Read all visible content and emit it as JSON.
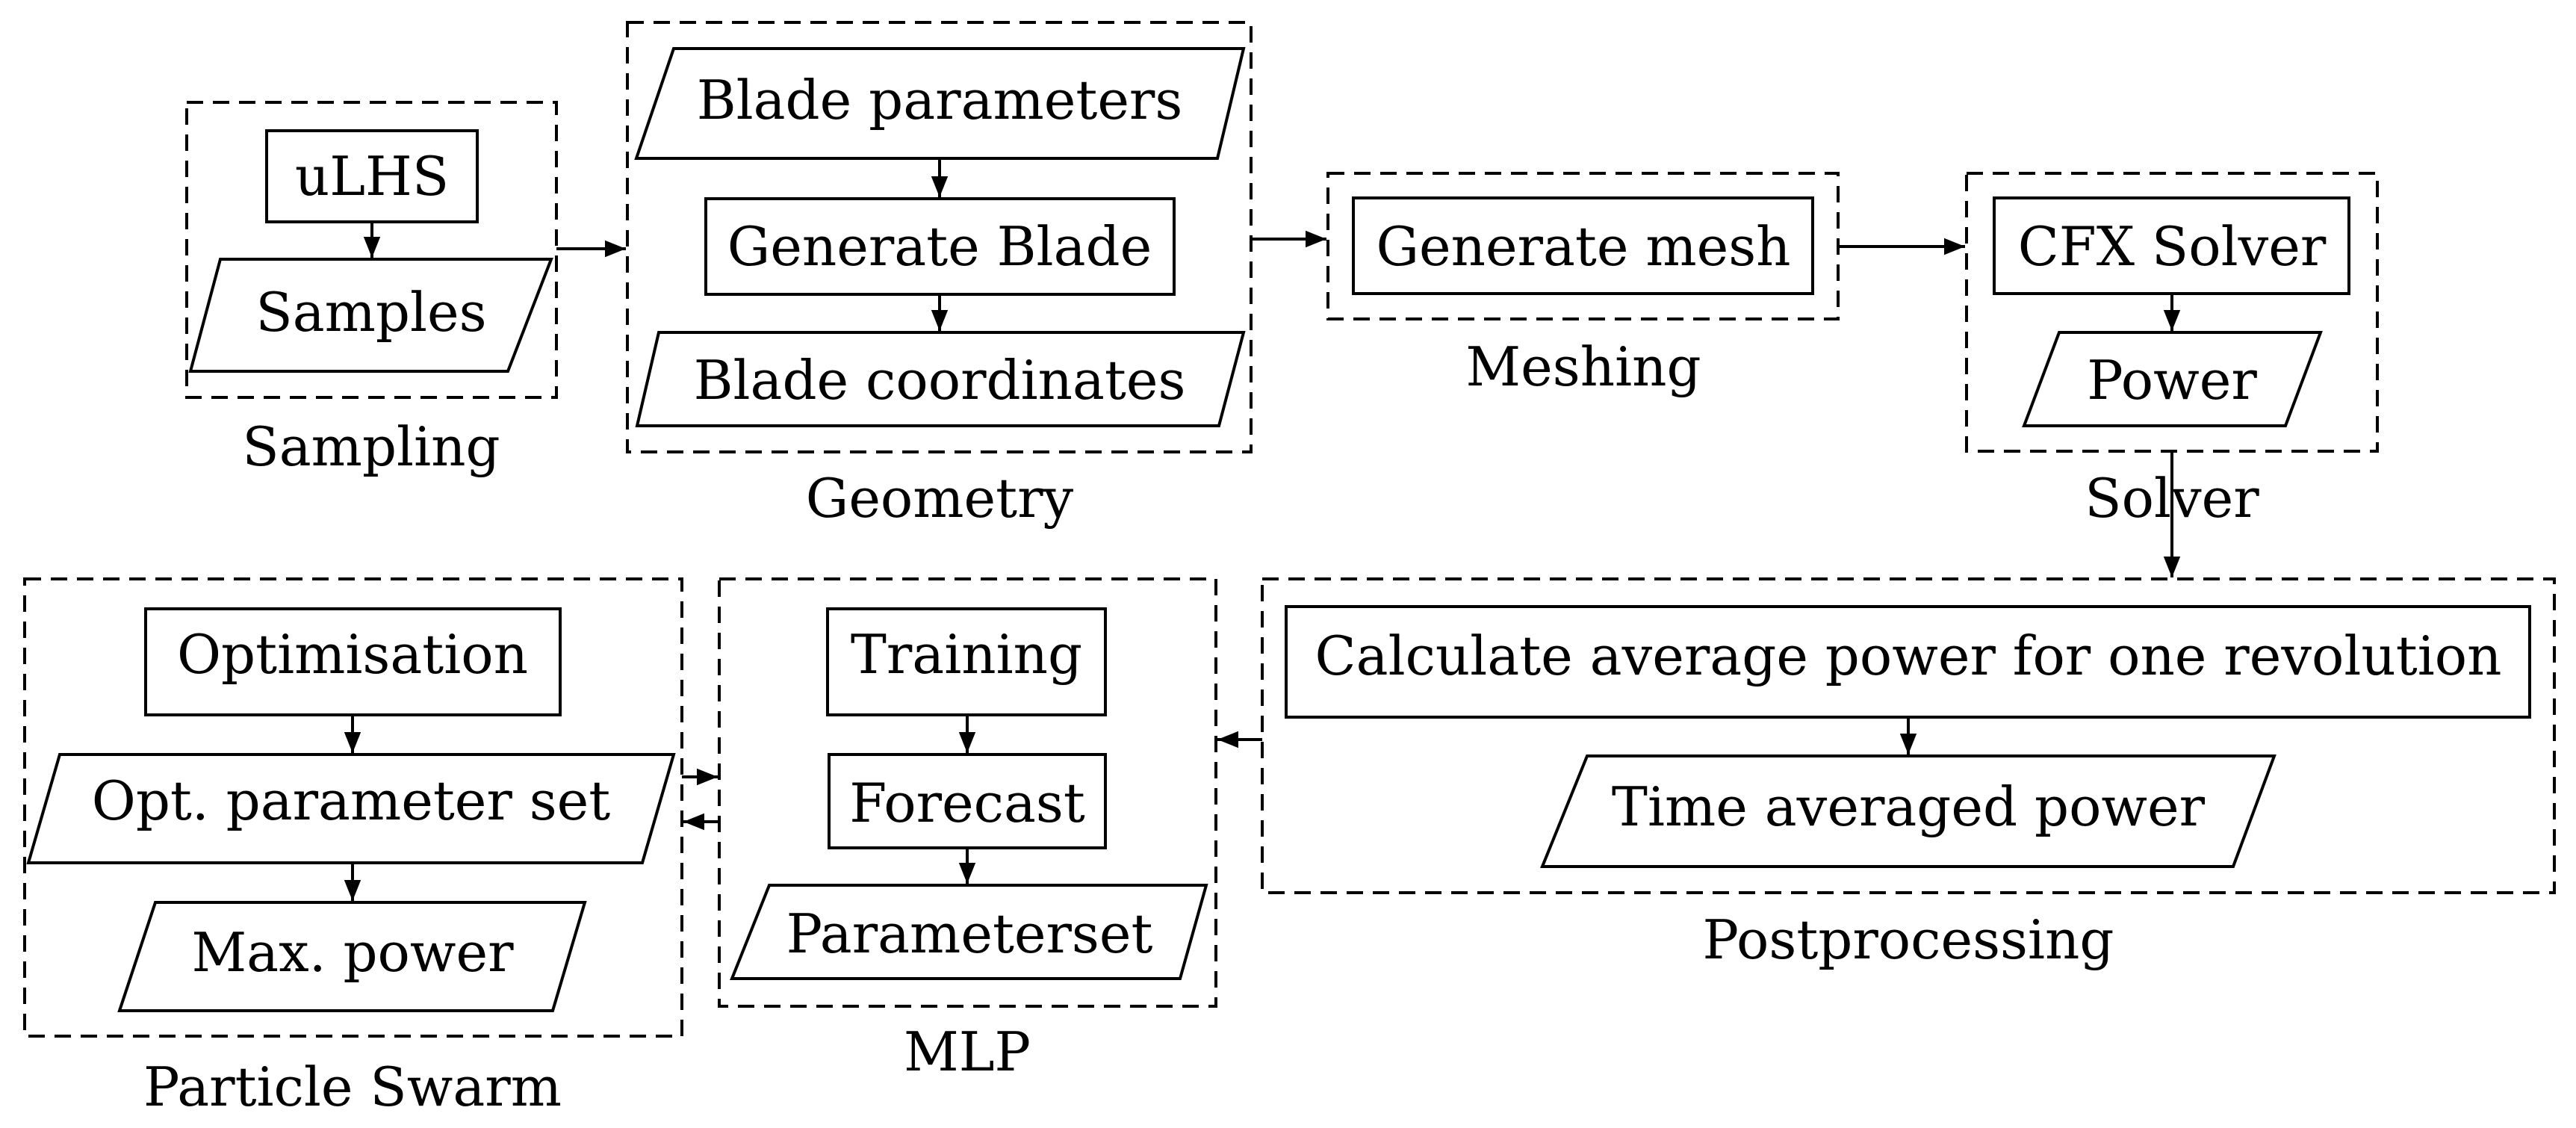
{
  "groups": {
    "sampling": "Sampling",
    "geometry": "Geometry",
    "meshing": "Meshing",
    "solver": "Solver",
    "postprocessing": "Postprocessing",
    "mlp": "MLP",
    "pso": "Particle Swarm"
  },
  "nodes": {
    "ulhs": "uLHS",
    "samples": "Samples",
    "blade_parameters": "Blade parameters",
    "generate_blade": "Generate Blade",
    "blade_coordinates": "Blade coordinates",
    "generate_mesh": "Generate mesh",
    "cfx_solver": "CFX Solver",
    "power": "Power",
    "calc_avg_power": "Calculate average power for one revolution",
    "time_avg_power": "Time averaged power",
    "training": "Training",
    "forecast": "Forecast",
    "parameterset": "Parameterset",
    "optimisation": "Optimisation",
    "opt_parameter_set": "Opt. parameter set",
    "max_power": "Max. power"
  },
  "node_shapes": {
    "process": "rectangle",
    "data": "parallelogram"
  }
}
